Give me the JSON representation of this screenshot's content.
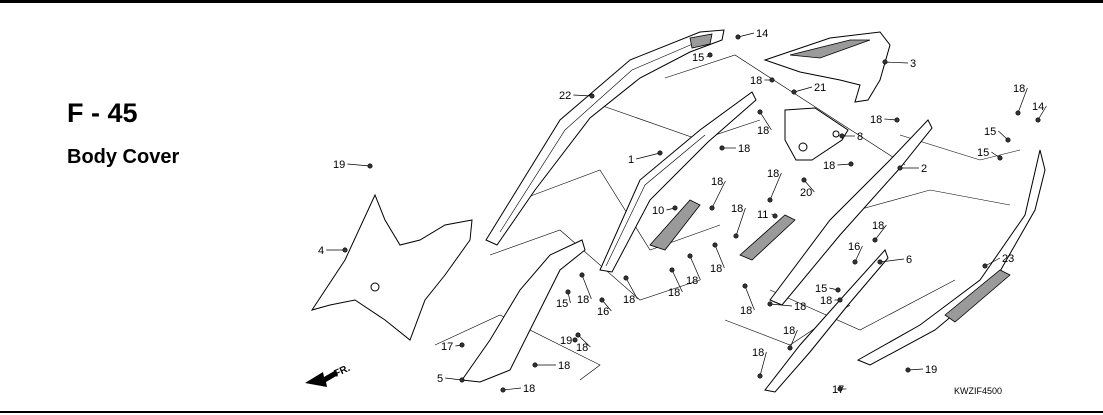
{
  "header": {
    "code": "F - 45",
    "name": "Body Cover"
  },
  "drawing_code": "KWZIF4500",
  "direction_label": "FR.",
  "callouts": [
    "1",
    "2",
    "3",
    "4",
    "5",
    "6",
    "8",
    "10",
    "11",
    "14",
    "14",
    "15",
    "15",
    "15",
    "15",
    "15",
    "16",
    "16",
    "17",
    "17",
    "18",
    "18",
    "18",
    "18",
    "18",
    "18",
    "18",
    "18",
    "18",
    "18",
    "18",
    "18",
    "18",
    "18",
    "18",
    "18",
    "18",
    "18",
    "18",
    "18",
    "18",
    "18",
    "18",
    "19",
    "19",
    "19",
    "20",
    "21",
    "22",
    "23"
  ],
  "colors": {
    "line": "#000000",
    "shade": "#9a9a9a",
    "background": "#ffffff"
  }
}
